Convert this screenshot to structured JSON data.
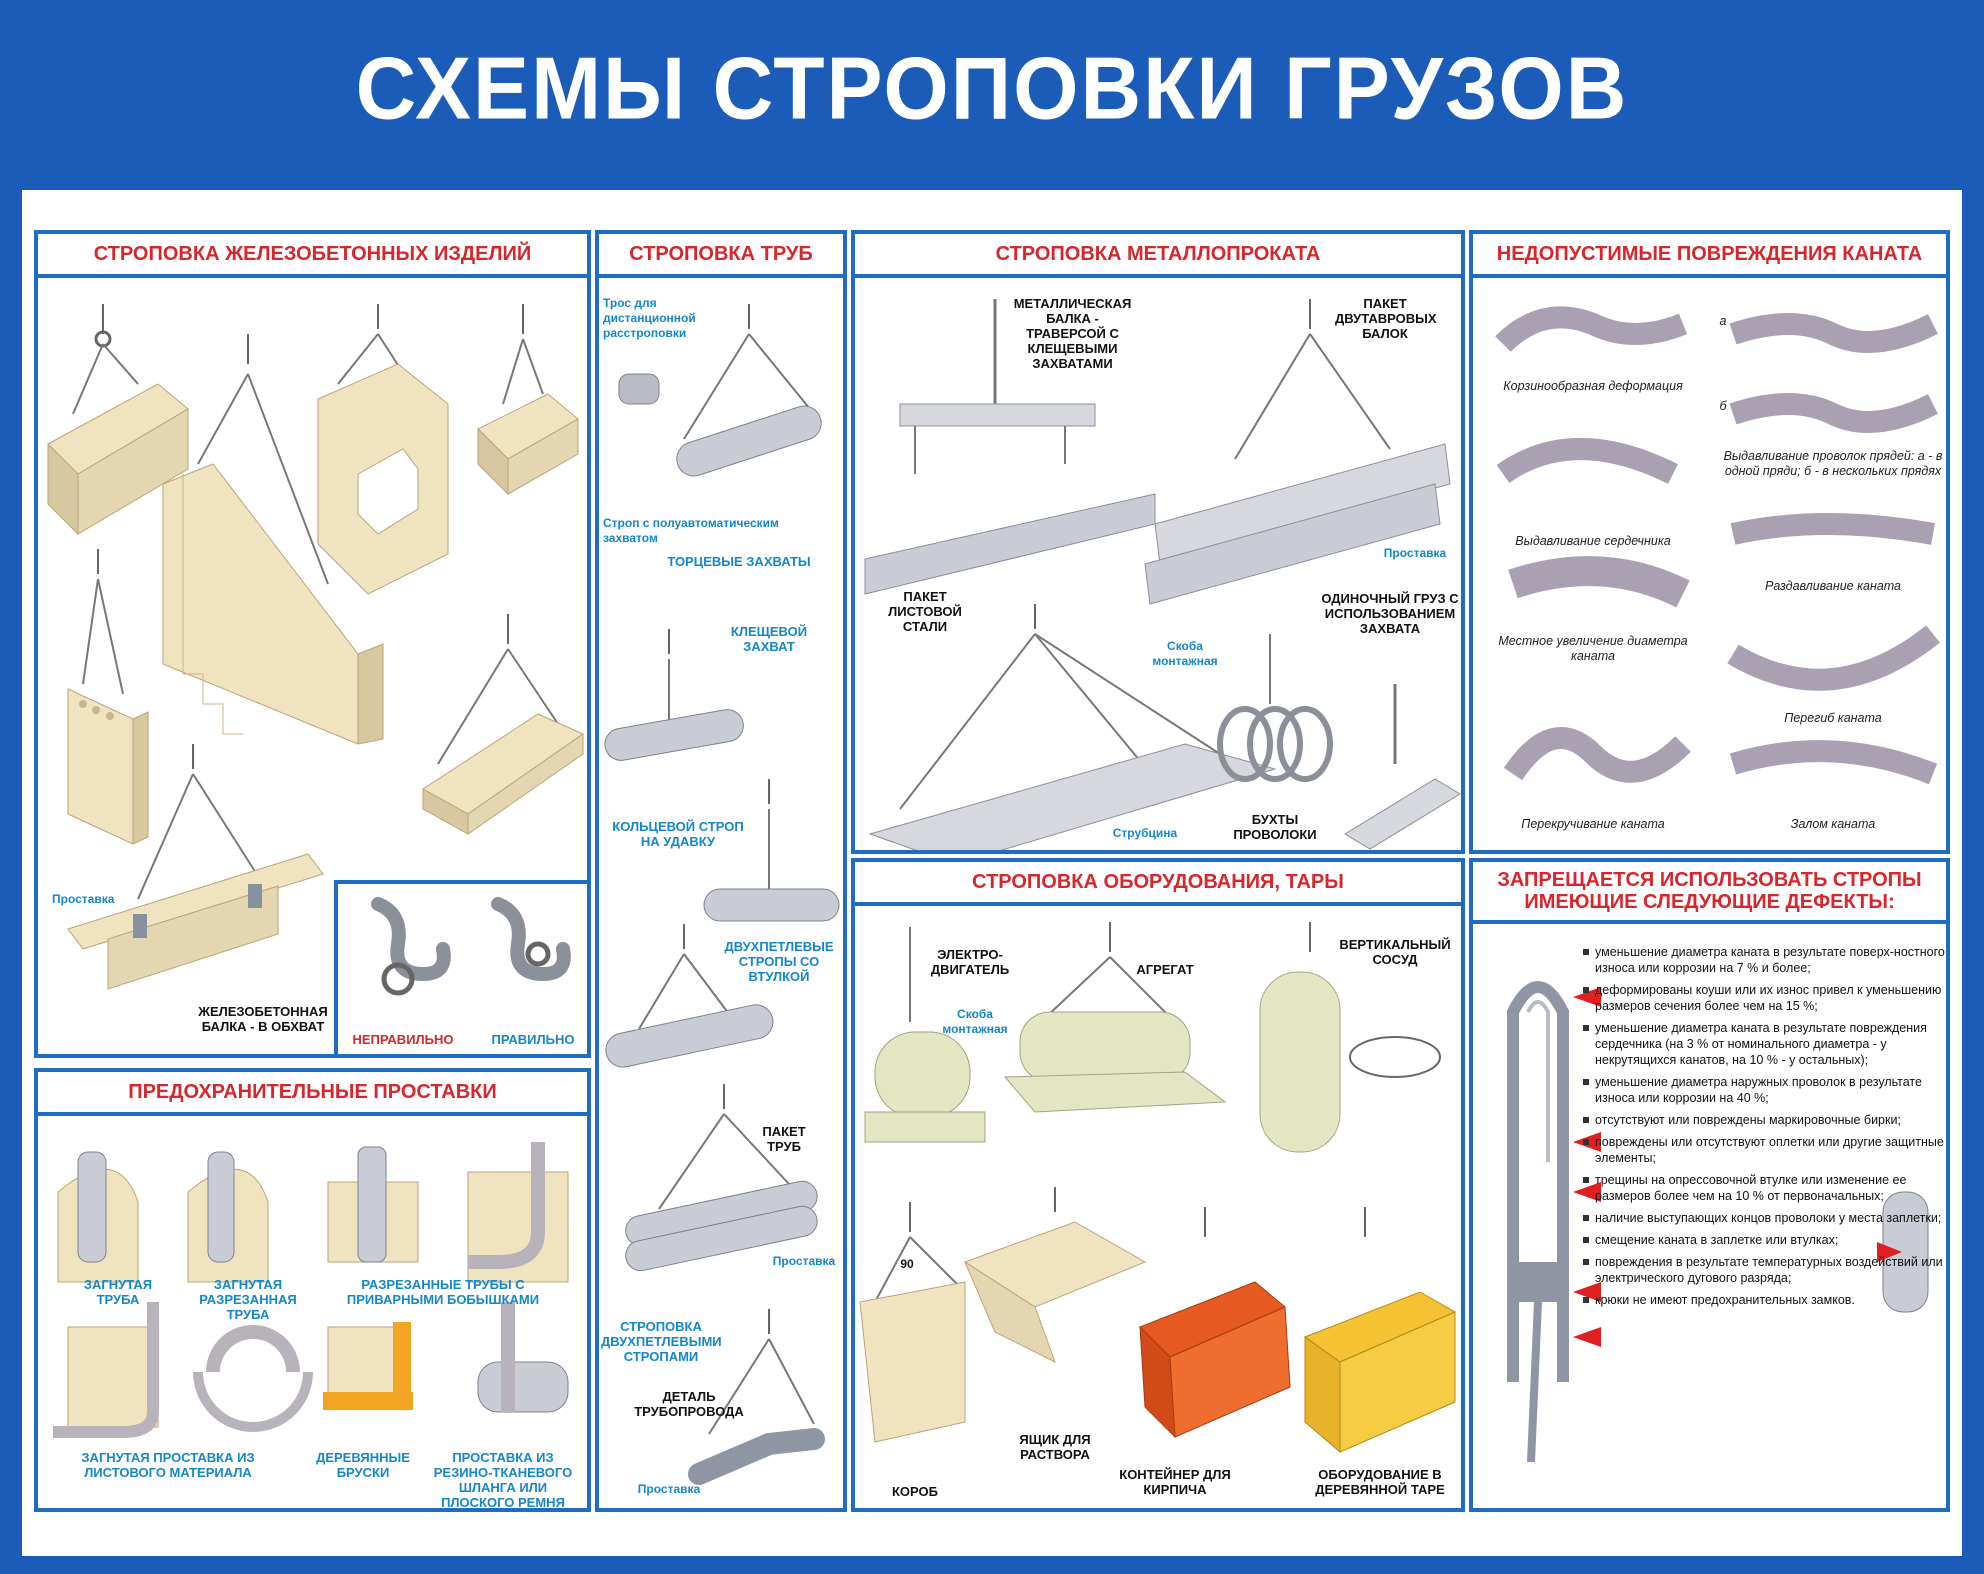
{
  "title": "СХЕМЫ СТРОПОВКИ ГРУЗОВ",
  "colors": {
    "background": "#1a5cb8",
    "border": "#1f6dc2",
    "heading": "#d7262c",
    "label_blue": "#1487c9",
    "concrete": "#efe3c0",
    "metal": "#c9ccd4"
  },
  "panels": {
    "concrete": {
      "heading": "СТРОПОВКА ЖЕЛЕЗОБЕТОННЫХ ИЗДЕЛИЙ",
      "spacer_label": "Проставка",
      "beam_label": "ЖЕЛЕЗОБЕТОННАЯ БАЛКА - В ОБХВАТ"
    },
    "hook": {
      "wrong": "НЕПРАВИЛЬНО",
      "right": "ПРАВИЛЬНО"
    },
    "spacers": {
      "heading": "ПРЕДОХРАНИТЕЛЬНЫЕ ПРОСТАВКИ",
      "items": [
        "ЗАГНУТАЯ ТРУБА",
        "ЗАГНУТАЯ РАЗРЕЗАННАЯ ТРУБА",
        "РАЗРЕЗАННЫЕ ТРУБЫ С ПРИВАРНЫМИ БОБЫШКАМИ",
        "ЗАГНУТАЯ ПРОСТАВКА ИЗ ЛИСТОВОГО МАТЕРИАЛА",
        "ДЕРЕВЯННЫЕ БРУСКИ",
        "ПРОСТАВКА ИЗ РЕЗИНО-ТКАНЕВОГО ШЛАНГА ИЛИ ПЛОСКОГО РЕМНЯ"
      ]
    },
    "pipes": {
      "heading": "СТРОПОВКА ТРУБ",
      "labels": {
        "cable": "Трос для дистанционной расстроповки",
        "sling": "Строп с полуавтоматическим захватом",
        "end_grips": "ТОРЦЕВЫЕ ЗАХВАТЫ",
        "tong": "КЛЕЩЕВОЙ ЗАХВАТ",
        "ring": "КОЛЬЦЕВОЙ СТРОП НА УДАВКУ",
        "two_loop": "ДВУХПЕТЛЕВЫЕ СТРОПЫ СО ВТУЛКОЙ",
        "packet": "ПАКЕТ ТРУБ",
        "spacer": "Проставка",
        "two_loop_sling": "СТРОПОВКА ДВУХПЕТЛЕВЫМИ СТРОПАМИ",
        "pipeline": "ДЕТАЛЬ ТРУБОПРОВОДА",
        "spacer2": "Проставка"
      }
    },
    "metal": {
      "heading": "СТРОПОВКА МЕТАЛЛОПРОКАТА",
      "labels": {
        "beam": "МЕТАЛЛИЧЕСКАЯ БАЛКА - ТРАВЕРСОЙ С КЛЕЩЕВЫМИ ЗАХВАТАМИ",
        "ibeams": "ПАКЕТ ДВУТАВРОВЫХ БАЛОК",
        "spacer": "Проставка",
        "sheet": "ПАКЕТ ЛИСТОВОЙ СТАЛИ",
        "shackle": "Скоба монтажная",
        "strap": "Струбцина",
        "single": "ОДИНОЧНЫЙ ГРУЗ С ИСПОЛЬЗОВАНИЕМ ЗАХВАТА",
        "coils": "БУХТЫ ПРОВОЛОКИ"
      }
    },
    "rope": {
      "heading": "НЕДОПУСТИМЫЕ ПОВРЕЖДЕНИЯ КАНАТА",
      "labels": {
        "basket": "Корзинообразная деформация",
        "a": "а",
        "b": "б",
        "extrusion": "Выдавливание проволок прядей: а - в одной пряди; б - в нескольких прядях",
        "core": "Выдавливание сердечника",
        "crush": "Раздавливание каната",
        "local": "Местное увеличение диаметра каната",
        "bend": "Перегиб каната",
        "twist": "Перекручивание каната",
        "kink": "Залом каната"
      }
    },
    "equipment": {
      "heading": "СТРОПОВКА ОБОРУДОВАНИЯ, ТАРЫ",
      "labels": {
        "motor": "ЭЛЕКТРО- ДВИГАТЕЛЬ",
        "shackle": "Скоба монтажная",
        "unit": "АГРЕГАТ",
        "vessel": "ВЕРТИКАЛЬНЫЙ СОСУД",
        "angle": "90",
        "box": "КОРОБ",
        "mortar": "ЯЩИК ДЛЯ РАСТВОРА",
        "brick": "КОНТЕЙНЕР ДЛЯ КИРПИЧА",
        "crate": "ОБОРУДОВАНИЕ В ДЕРЕВЯННОЙ ТАРЕ"
      }
    },
    "defects": {
      "heading": "ЗАПРЕЩАЕТСЯ ИСПОЛЬЗОВАТЬ СТРОПЫ ИМЕЮЩИЕ СЛЕДУЮЩИЕ ДЕФЕКТЫ:",
      "items": [
        "уменьшение диаметра каната в результате поверх-ностного износа или коррозии на 7 % и более;",
        "деформированы коуши или их износ привел к уменьшению размеров сечения более чем на 15 %;",
        "уменьшение диаметра каната в результате повреждения сердечника (на 3 % от номинального диаметра - у некрутящихся канатов, на 10 % - у остальных);",
        "уменьшение диаметра наружных проволок в результате износа или коррозии на 40 %;",
        "отсутствуют или повреждены маркировочные бирки;",
        "повреждены или отсутствуют оплетки или другие защитные элементы;",
        "трещины на опрессовочной втулке или изменение ее размеров более чем на 10 % от первоначальных;",
        "наличие выступающих концов проволоки у места заплетки;",
        "смещение каната в заплетке или втулках;",
        "повреждения в результате температурных воздействий или электрического дугового разряда;",
        "крюки не имеют предохранительных замков."
      ]
    }
  }
}
